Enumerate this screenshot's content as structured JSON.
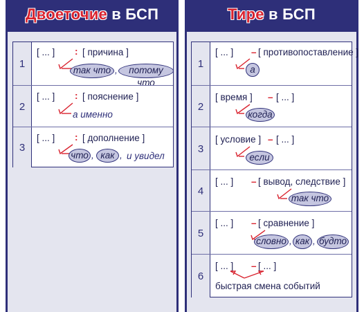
{
  "left": {
    "title_accent": "Двоеточие",
    "title_rest": " в БСП",
    "rows": [
      {
        "num": "1",
        "br": "[ ... ]",
        "punct": ":",
        "scheme": "[ причина ]",
        "c1": "так что",
        "sep": ",",
        "c2": "потому что"
      },
      {
        "num": "2",
        "br": "[ ... ]",
        "punct": ":",
        "scheme": "[ пояснение ]",
        "c1": "а именно"
      },
      {
        "num": "3",
        "br": "[ ... ]",
        "punct": ":",
        "scheme": "[ дополнение ]",
        "c1": "что",
        "sep1": ",",
        "c2": "как",
        "sep2": ",",
        "c3": "и увидел"
      }
    ]
  },
  "right": {
    "title_accent": "Тире",
    "title_rest": " в БСП",
    "rows": [
      {
        "num": "1",
        "br": "[ ... ]",
        "punct": "–",
        "scheme": "[ противопоставление ]",
        "c1": "а"
      },
      {
        "num": "2",
        "br": "[ время ]",
        "punct": "–",
        "scheme": "[ ... ]",
        "c1": "когда"
      },
      {
        "num": "3",
        "br": "[ условие ]",
        "punct": "–",
        "scheme": "[ ... ]",
        "c1": "если"
      },
      {
        "num": "4",
        "br": "[ ... ]",
        "punct": "–",
        "scheme": "[ вывод, следствие ]",
        "c1": "так что"
      },
      {
        "num": "5",
        "br": "[ ... ]",
        "punct": "–",
        "scheme": "[ сравнение ]",
        "c1": "словно",
        "sep1": ",",
        "c2": "как",
        "sep2": ",",
        "c3": "будто"
      },
      {
        "num": "6",
        "br": "[ ... ]",
        "punct": "–",
        "scheme": "[ ... ]",
        "c1": "быстрая смена событий"
      }
    ]
  },
  "colors": {
    "navy": "#2e2f79",
    "red": "#d9232f",
    "panel": "#e4e5ef",
    "oval": "#c5c6e0"
  }
}
